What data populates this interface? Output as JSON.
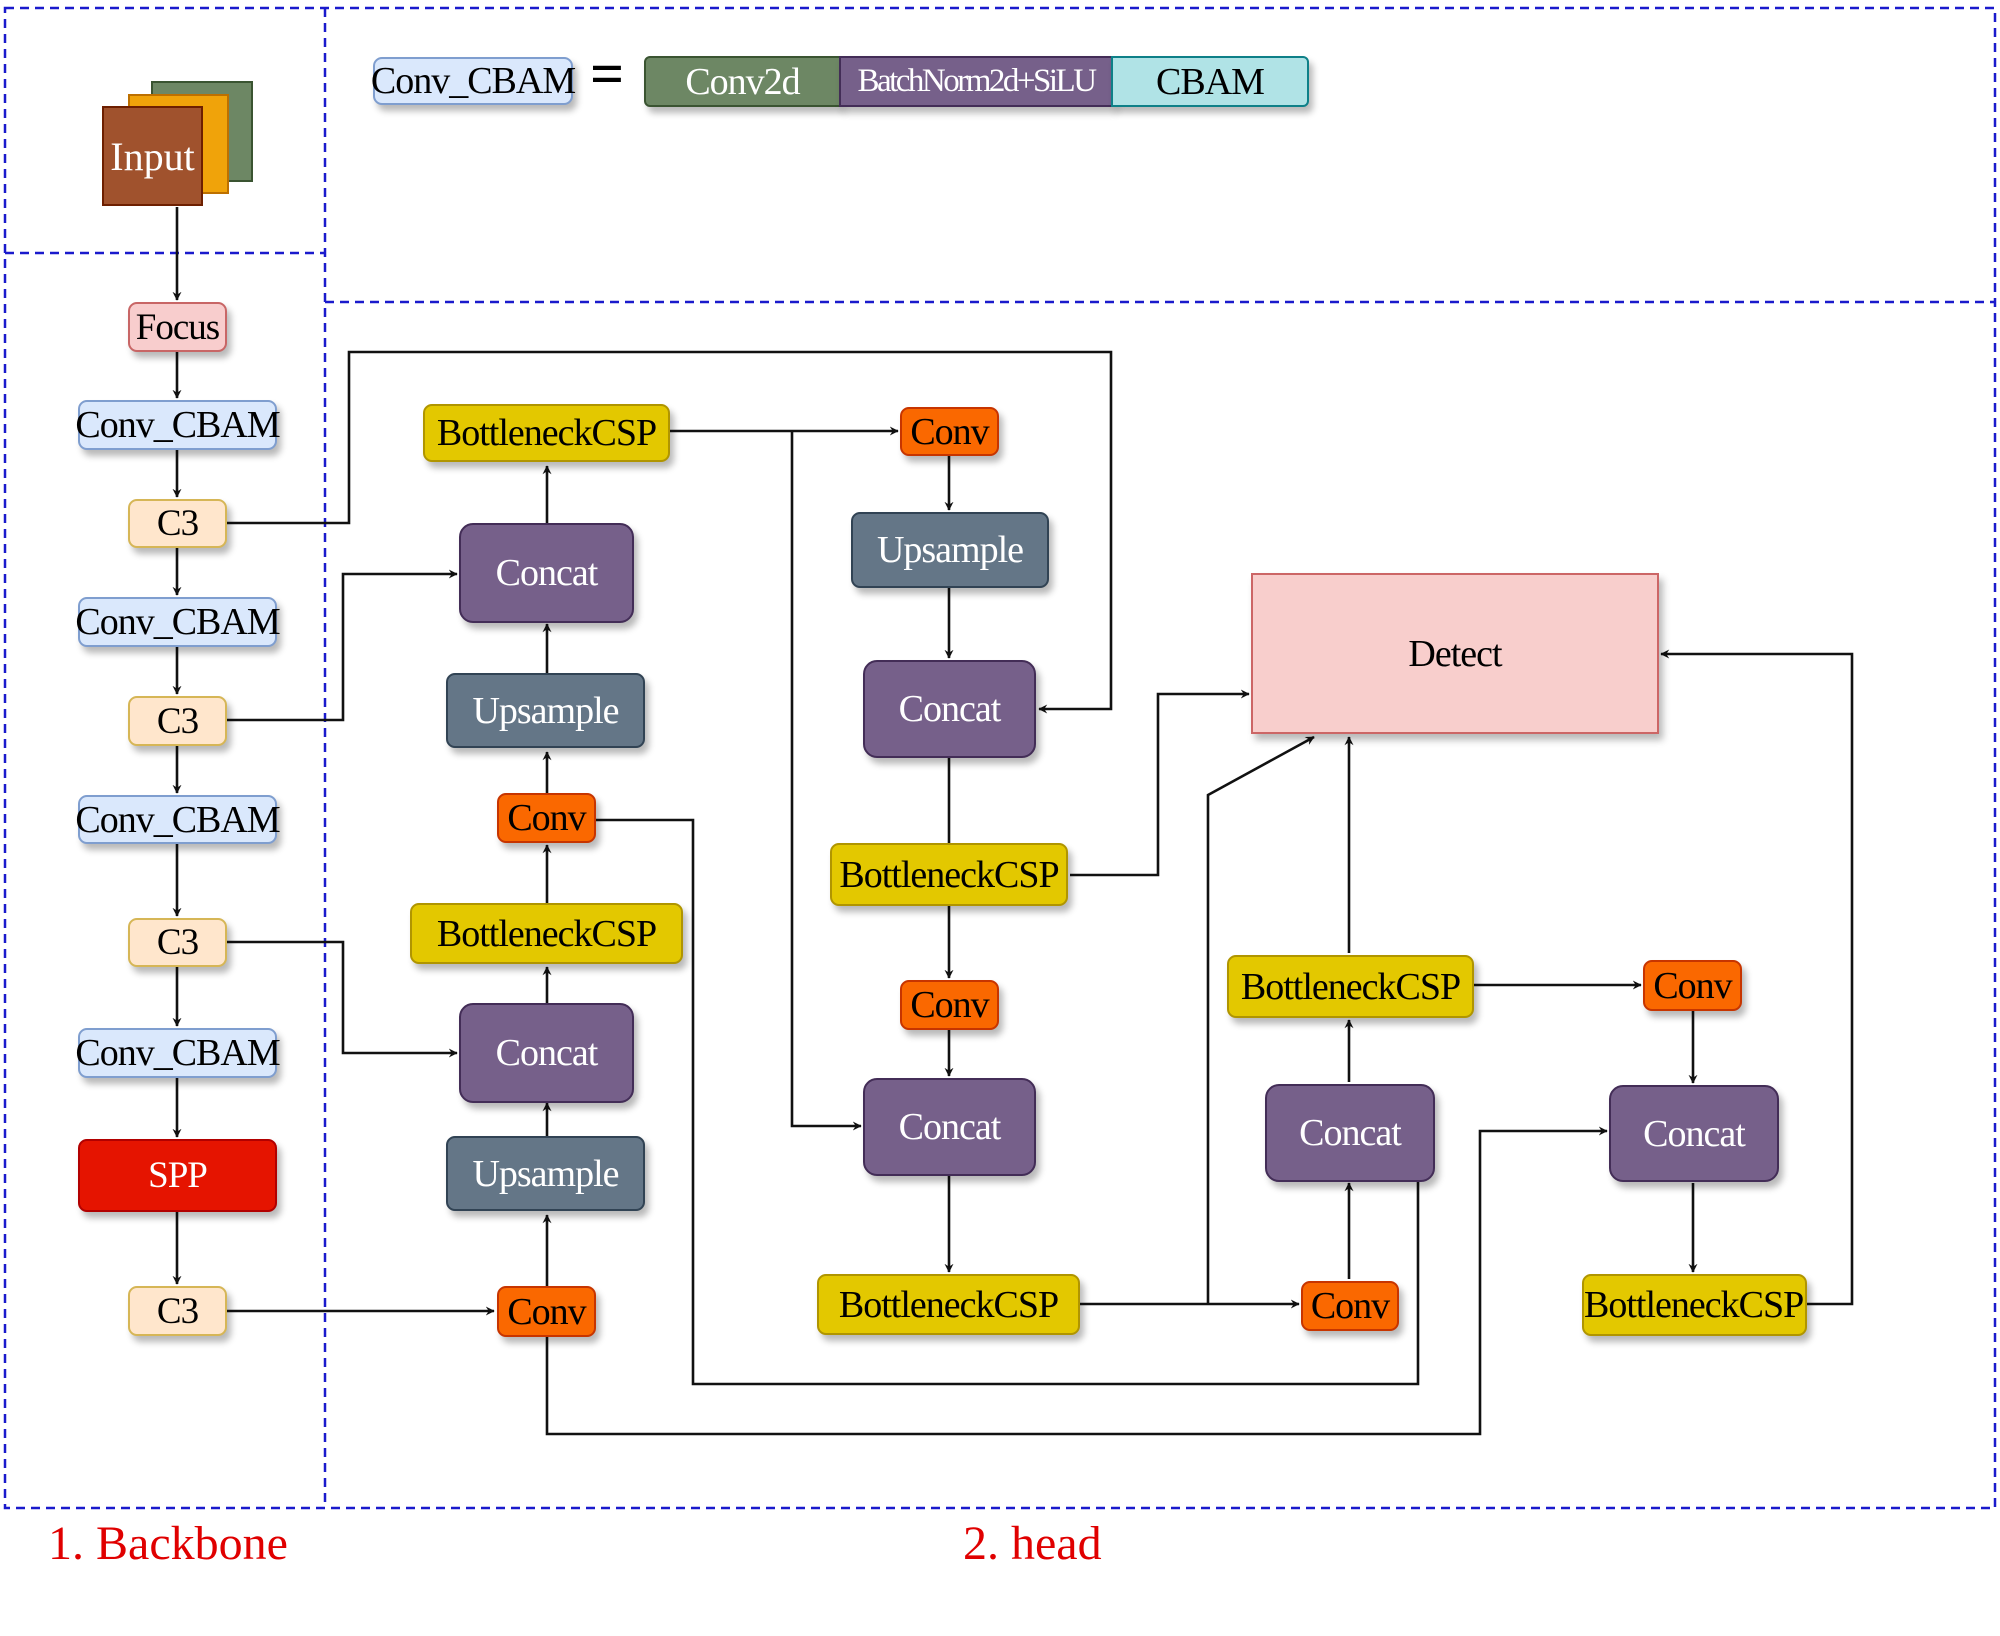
{
  "colors": {
    "frame_dash": "#1a1acc",
    "wire": "#111111",
    "section_label": "#e00000"
  },
  "legend": {
    "term": "Conv_CBAM",
    "equals": "=",
    "parts": [
      "Conv2d",
      "BatchNorm2d+SiLU",
      "CBAM"
    ]
  },
  "input": {
    "label": "Input",
    "layer_colors": [
      "#a0522d",
      "#f0a30a",
      "#6d8764"
    ]
  },
  "backbone": {
    "section_label": "1. Backbone",
    "nodes": [
      "Focus",
      "Conv_CBAM",
      "C3",
      "Conv_CBAM",
      "C3",
      "Conv_CBAM",
      "C3",
      "Conv_CBAM",
      "SPP",
      "C3"
    ]
  },
  "head": {
    "section_label": "2. head",
    "col1": {
      "bottleneck_top": "BottleneckCSP",
      "concat_top": "Concat",
      "upsample_top": "Upsample",
      "conv_mid": "Conv",
      "bottleneck_mid": "BottleneckCSP",
      "concat_bottom": "Concat",
      "upsample_bottom": "Upsample",
      "conv_bottom": "Conv"
    },
    "col2": {
      "conv_top": "Conv",
      "upsample": "Upsample",
      "concat_top": "Concat",
      "bottleneck_mid": "BottleneckCSP",
      "conv_mid": "Conv",
      "concat_bottom": "Concat",
      "bottleneck_bottom": "BottleneckCSP"
    },
    "col3": {
      "bottleneck": "BottleneckCSP",
      "concat": "Concat",
      "conv": "Conv"
    },
    "col4": {
      "conv": "Conv",
      "concat": "Concat",
      "bottleneck": "BottleneckCSP"
    },
    "detect": "Detect"
  }
}
